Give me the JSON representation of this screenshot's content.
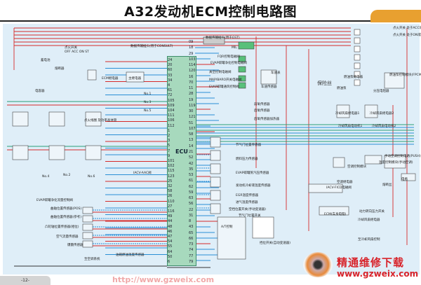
{
  "title": "A32发动机ECM控制电路图",
  "ecu": {
    "label": "ECU",
    "left_pins": [
      "24",
      "20",
      "60",
      "33",
      "34",
      "4",
      "61",
      "72",
      "105",
      "109",
      "104",
      "111",
      "106",
      "112",
      "1",
      "2",
      "3",
      "5",
      "7",
      "9",
      "101",
      "102",
      "115",
      "123",
      "25",
      "32",
      "58",
      "26",
      "110",
      "27",
      "116",
      "49",
      "44",
      "48",
      "46",
      "47",
      "54",
      "55",
      "64",
      "50",
      "6"
    ],
    "right_pins": [
      "09",
      "18",
      "29",
      "103",
      "114",
      "120",
      "16",
      "70",
      "11",
      "28",
      "19",
      "119",
      "30",
      "121",
      "51",
      "107",
      "58",
      "13",
      "14",
      "21",
      "52",
      "42",
      "35",
      "53",
      "61",
      "62",
      "59",
      "63",
      "56",
      "22",
      "31",
      "8",
      "43",
      "65",
      "66",
      "73",
      "74",
      "77",
      "79"
    ]
  },
  "labels": {
    "ignition_switch": "点火开关",
    "ignition_positions": "OFF ACC ON ST",
    "battery": "蓄电池",
    "fusible_link": "熔断器",
    "consult": "数据传输插头(用于CONSULT)",
    "gst": "数据传输插头(用于GST)",
    "mil": "MIL",
    "ecm_relay": "ECM继电器",
    "main_relay": "主继电器",
    "fqr": "FQR控制电磁阀",
    "evap_purge": "EVAP碳罐净化控制电磁阀",
    "vacuum": "真空控制电磁阀",
    "map_baro": "MAP/BARO开关电磁阀",
    "evap_vent": "EVAP碳罐通风控制阀",
    "speedometer": "车速表",
    "vss": "车速传感器",
    "fuse": "保险丝",
    "fuel_pump_relay": "燃油泵继电器",
    "fuel_pump": "燃油泵",
    "fpcm": "燃油泵控制模块(FPCM)",
    "resistor": "分压电阻器",
    "ign_acc": "点火开关 处于ACC或ON位",
    "ign_on": "点火开关 处于ON或START位",
    "front_o2": "前氧传感器",
    "rear_o2": "后氧传感器",
    "heater": "后氧传感器加热器",
    "cyl": [
      "No.1",
      "No.2",
      "No.3",
      "No.4",
      "No.5",
      "No.6"
    ],
    "coil": "点火线圈 及功率晶体管",
    "condenser": "电容器",
    "tps": "节气门位置传感器",
    "fuel_pressure": "燃料压力传感器",
    "evap_pressure": "EVAP碳罐蒸汽压传感器",
    "ect": "发动机冷却液温度传感器",
    "egr": "EGR温度传感器",
    "iat": "进气温度传感器",
    "pnp": "空挡位置开关(手动变速器)",
    "throttle_switch": "节气门位置开关",
    "at": "A/T控制",
    "gear_switch": "挡位开关(自动变速器)",
    "evap_valve": "EVAP碳罐净化流量控制阀",
    "ckp_pos": "曲轴位置传感器(POS)",
    "ckp_ref": "曲轴位置传感器(参考)",
    "cmp": "凸轮轴位置传感器(相位)",
    "maf": "空气流量传感器",
    "knock": "爆震传感器",
    "fuel_temp": "油箱燃油温度传感器",
    "to_ac": "至空调系统",
    "iacv_aac": "IACV-AAC阀",
    "iacv_ficd": "IACV-FICD电磁阀",
    "ac_relay": "空调继电器",
    "fan_relay_1": "冷却风扇继电器1",
    "fan_relay_2": "冷却风扇继电器2",
    "fan_motor_1": "冷却风扇电动机1",
    "fan_motor_2": "冷却风扇电动机2",
    "ac_control": "空调控制模块",
    "temp_control": "温度控制模块(手动空调)",
    "push_switch": "手动空调控制电路(PUSH)",
    "battery2": "电瓶",
    "ecm_body": "ECM(车身电脑)",
    "power_steering": "动力转向压力开关",
    "fan_relay_3": "冷却风扇继电器",
    "to_fan": "至冷却风扇控制",
    "fuse_box": "熔断丝"
  },
  "watermark": "http://www.gzweix.com",
  "footer": {
    "page": "-12-"
  },
  "logo": {
    "name": "精通维修下载",
    "url": "www.gzweix.com"
  },
  "colors": {
    "power": "#d62a2a",
    "signal": "#2a8fd6",
    "ground": "#333333",
    "ecu": "#a7d9bd",
    "accent": "#e8a030"
  }
}
